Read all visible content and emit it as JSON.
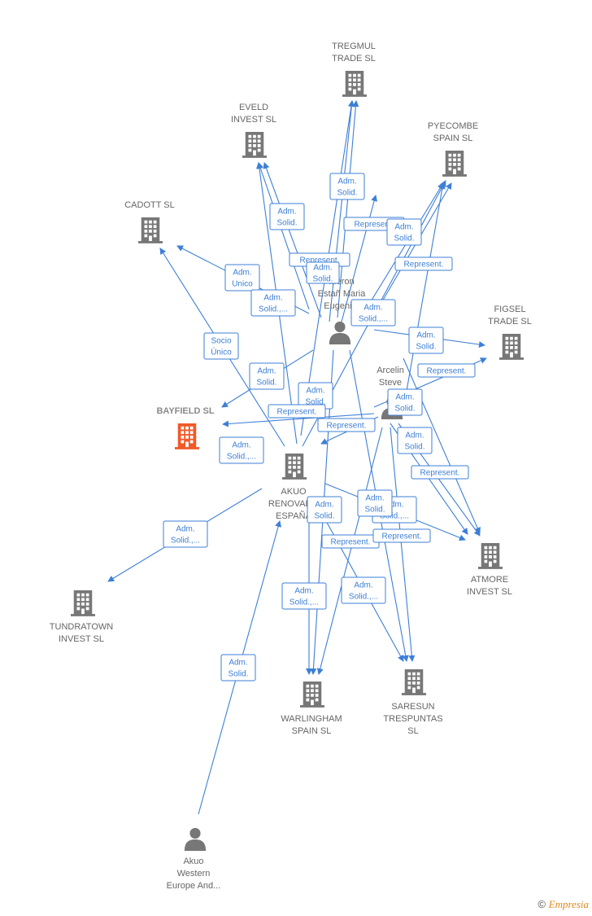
{
  "watermark": {
    "symbol": "©",
    "brand": "Empresia"
  },
  "colors": {
    "edge": "#3d7fd6",
    "company": "#777777",
    "focus": "#f05a28",
    "person": "#777777"
  },
  "nodes": [
    {
      "id": "tregmul",
      "type": "company",
      "label": [
        "TREGMUL",
        "TRADE SL"
      ]
    },
    {
      "id": "eveld",
      "type": "company",
      "label": [
        "EVELD",
        "INVEST SL"
      ]
    },
    {
      "id": "pyecombe",
      "type": "company",
      "label": [
        "PYECOMBE",
        "SPAIN SL"
      ]
    },
    {
      "id": "cadott",
      "type": "company",
      "label": [
        "CADOTT SL"
      ]
    },
    {
      "id": "figsel",
      "type": "company",
      "label": [
        "FIGSEL",
        "TRADE SL"
      ]
    },
    {
      "id": "bayfield",
      "type": "focus",
      "label": [
        "BAYFIELD SL"
      ]
    },
    {
      "id": "akuo",
      "type": "company",
      "label": [
        "AKUO",
        "RENOVAB...",
        "ESPAÑA"
      ]
    },
    {
      "id": "atmore",
      "type": "company",
      "label": [
        "ATMORE",
        "INVEST SL"
      ]
    },
    {
      "id": "tundratown",
      "type": "company",
      "label": [
        "TUNDRATOWN",
        "INVEST SL"
      ]
    },
    {
      "id": "warlingham",
      "type": "company",
      "label": [
        "WARLINGHAM",
        "SPAIN SL"
      ]
    },
    {
      "id": "saresun",
      "type": "company",
      "label": [
        "SARESUN",
        "TRESPUNTAS",
        "SL"
      ]
    },
    {
      "id": "peron",
      "type": "person",
      "label": [
        "...eron",
        "Estañ Maria",
        "Eugeni..."
      ]
    },
    {
      "id": "arcelin",
      "type": "person",
      "label": [
        "Arcelin",
        "Steve"
      ]
    },
    {
      "id": "akuowestern",
      "type": "person",
      "label": [
        "Akuo",
        "Western",
        "Europe And..."
      ]
    }
  ],
  "edges": [
    {
      "label": [
        "Adm.",
        "Solid."
      ]
    },
    {
      "label": [
        "Represent."
      ]
    },
    {
      "label": [
        "Adm.",
        "Solid."
      ]
    },
    {
      "label": [
        "Represent."
      ]
    },
    {
      "label": [
        "Adm.",
        "Solid."
      ]
    },
    {
      "label": [
        "Represent."
      ]
    },
    {
      "label": [
        "Adm.",
        "Solid."
      ]
    },
    {
      "label": [
        "Adm.",
        "Unico"
      ]
    },
    {
      "label": [
        "Adm.",
        "Solid.,..."
      ]
    },
    {
      "label": [
        "Adm.",
        "Solid.,..."
      ]
    },
    {
      "label": [
        "Socio",
        "Único"
      ]
    },
    {
      "label": [
        "Adm.",
        "Solid."
      ]
    },
    {
      "label": [
        "Adm.",
        "Solid."
      ]
    },
    {
      "label": [
        "Represent."
      ]
    },
    {
      "label": [
        "Adm.",
        "Solid."
      ]
    },
    {
      "label": [
        "Represent."
      ]
    },
    {
      "label": [
        "Represent."
      ]
    },
    {
      "label": [
        "Adm.",
        "Solid."
      ]
    },
    {
      "label": [
        "Adm.",
        "Solid.,..."
      ]
    },
    {
      "label": [
        "Adm.",
        "Solid."
      ]
    },
    {
      "label": [
        "Represent."
      ]
    },
    {
      "label": [
        "Adm.",
        "Solid.,..."
      ]
    },
    {
      "label": [
        "Adm.",
        "Solid."
      ]
    },
    {
      "label": [
        "Adm.",
        "Solid.,..."
      ]
    },
    {
      "label": [
        "Represent."
      ]
    },
    {
      "label": [
        "Represent."
      ]
    },
    {
      "label": [
        "Adm.",
        "Solid.,..."
      ]
    },
    {
      "label": [
        "Adm.",
        "Solid.,..."
      ]
    },
    {
      "label": [
        "Adm.",
        "Solid."
      ]
    },
    {
      "label": [
        "Adm.",
        "Solid."
      ]
    }
  ]
}
